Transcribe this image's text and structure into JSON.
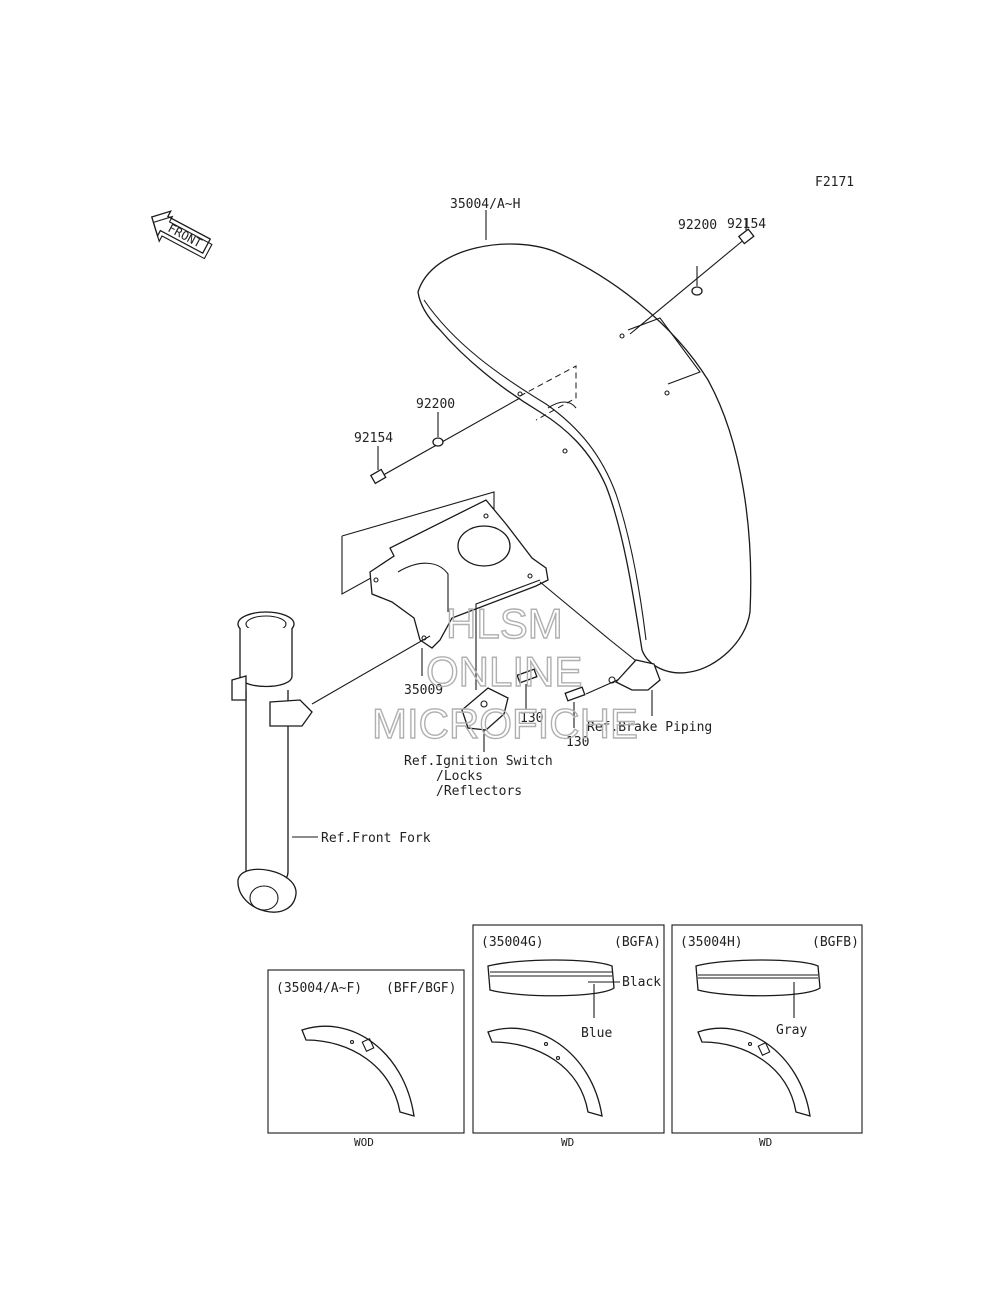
{
  "figure_code": "F2171",
  "front_arrow": {
    "text": "FRONT",
    "icon": "front-direction-arrow-icon"
  },
  "callouts": {
    "fender": "35004/A~H",
    "bolt_right": "92154",
    "washer_right": "92200",
    "washer_left": "92200",
    "bolt_left": "92154",
    "bracket": "35009",
    "bolt_a": "130",
    "bolt_b": "130",
    "ref_brake": "Ref.Brake Piping",
    "ref_ignition_1": "Ref.Ignition Switch",
    "ref_ignition_2": "/Locks",
    "ref_ignition_3": "/Reflectors",
    "ref_fork": "Ref.Front Fork"
  },
  "watermark": [
    "HLSM",
    "ONLINE",
    "MICROFICHE"
  ],
  "variants": [
    {
      "code": "(35004/A~F)",
      "color_code": "(BFF/BGF)",
      "footer": "WOD",
      "stripe_labels": []
    },
    {
      "code": "(35004G)",
      "color_code": "(BGFA)",
      "footer": "WD",
      "stripe_labels": [
        "Black",
        "Blue"
      ]
    },
    {
      "code": "(35004H)",
      "color_code": "(BGFB)",
      "footer": "WD",
      "stripe_labels": [
        "Gray"
      ]
    }
  ]
}
